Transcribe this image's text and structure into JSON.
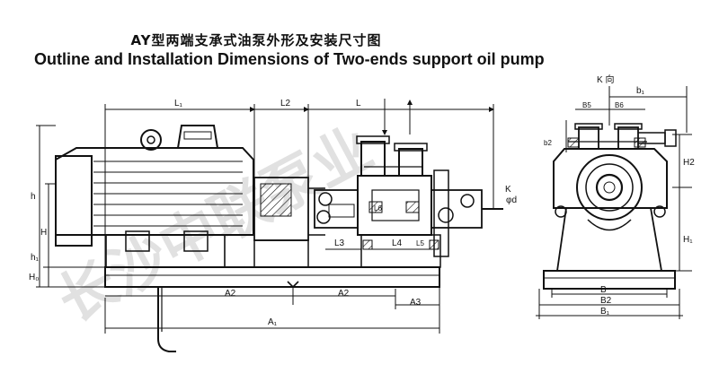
{
  "title_cn": "AY型两端支承式油泵外形及安装尺寸图",
  "title_en": "Outline and Installation Dimensions of Two-ends support oil pump",
  "watermark": "长沙中联泵业",
  "labels": {
    "L1": "L₁",
    "L2": "L2",
    "L": "L",
    "L3": "L3",
    "L4": "L4",
    "L5": "L5",
    "L6": "L6",
    "h": "h",
    "H": "H",
    "h1": "h₁",
    "H0": "H₀",
    "A2_left": "A2",
    "A2_right": "A2",
    "A3": "A3",
    "A1": "A₁",
    "K_top": "K 向",
    "K_side": "K",
    "b1": "b₁",
    "B5": "B5",
    "B6": "B6",
    "b2": "b2",
    "H2": "H2",
    "H1": "H₁",
    "B": "B",
    "B2": "B2",
    "B1": "B₁",
    "phi_d": "φd"
  },
  "colors": {
    "ink": "#111111",
    "watermark": "#c9c9c9"
  }
}
